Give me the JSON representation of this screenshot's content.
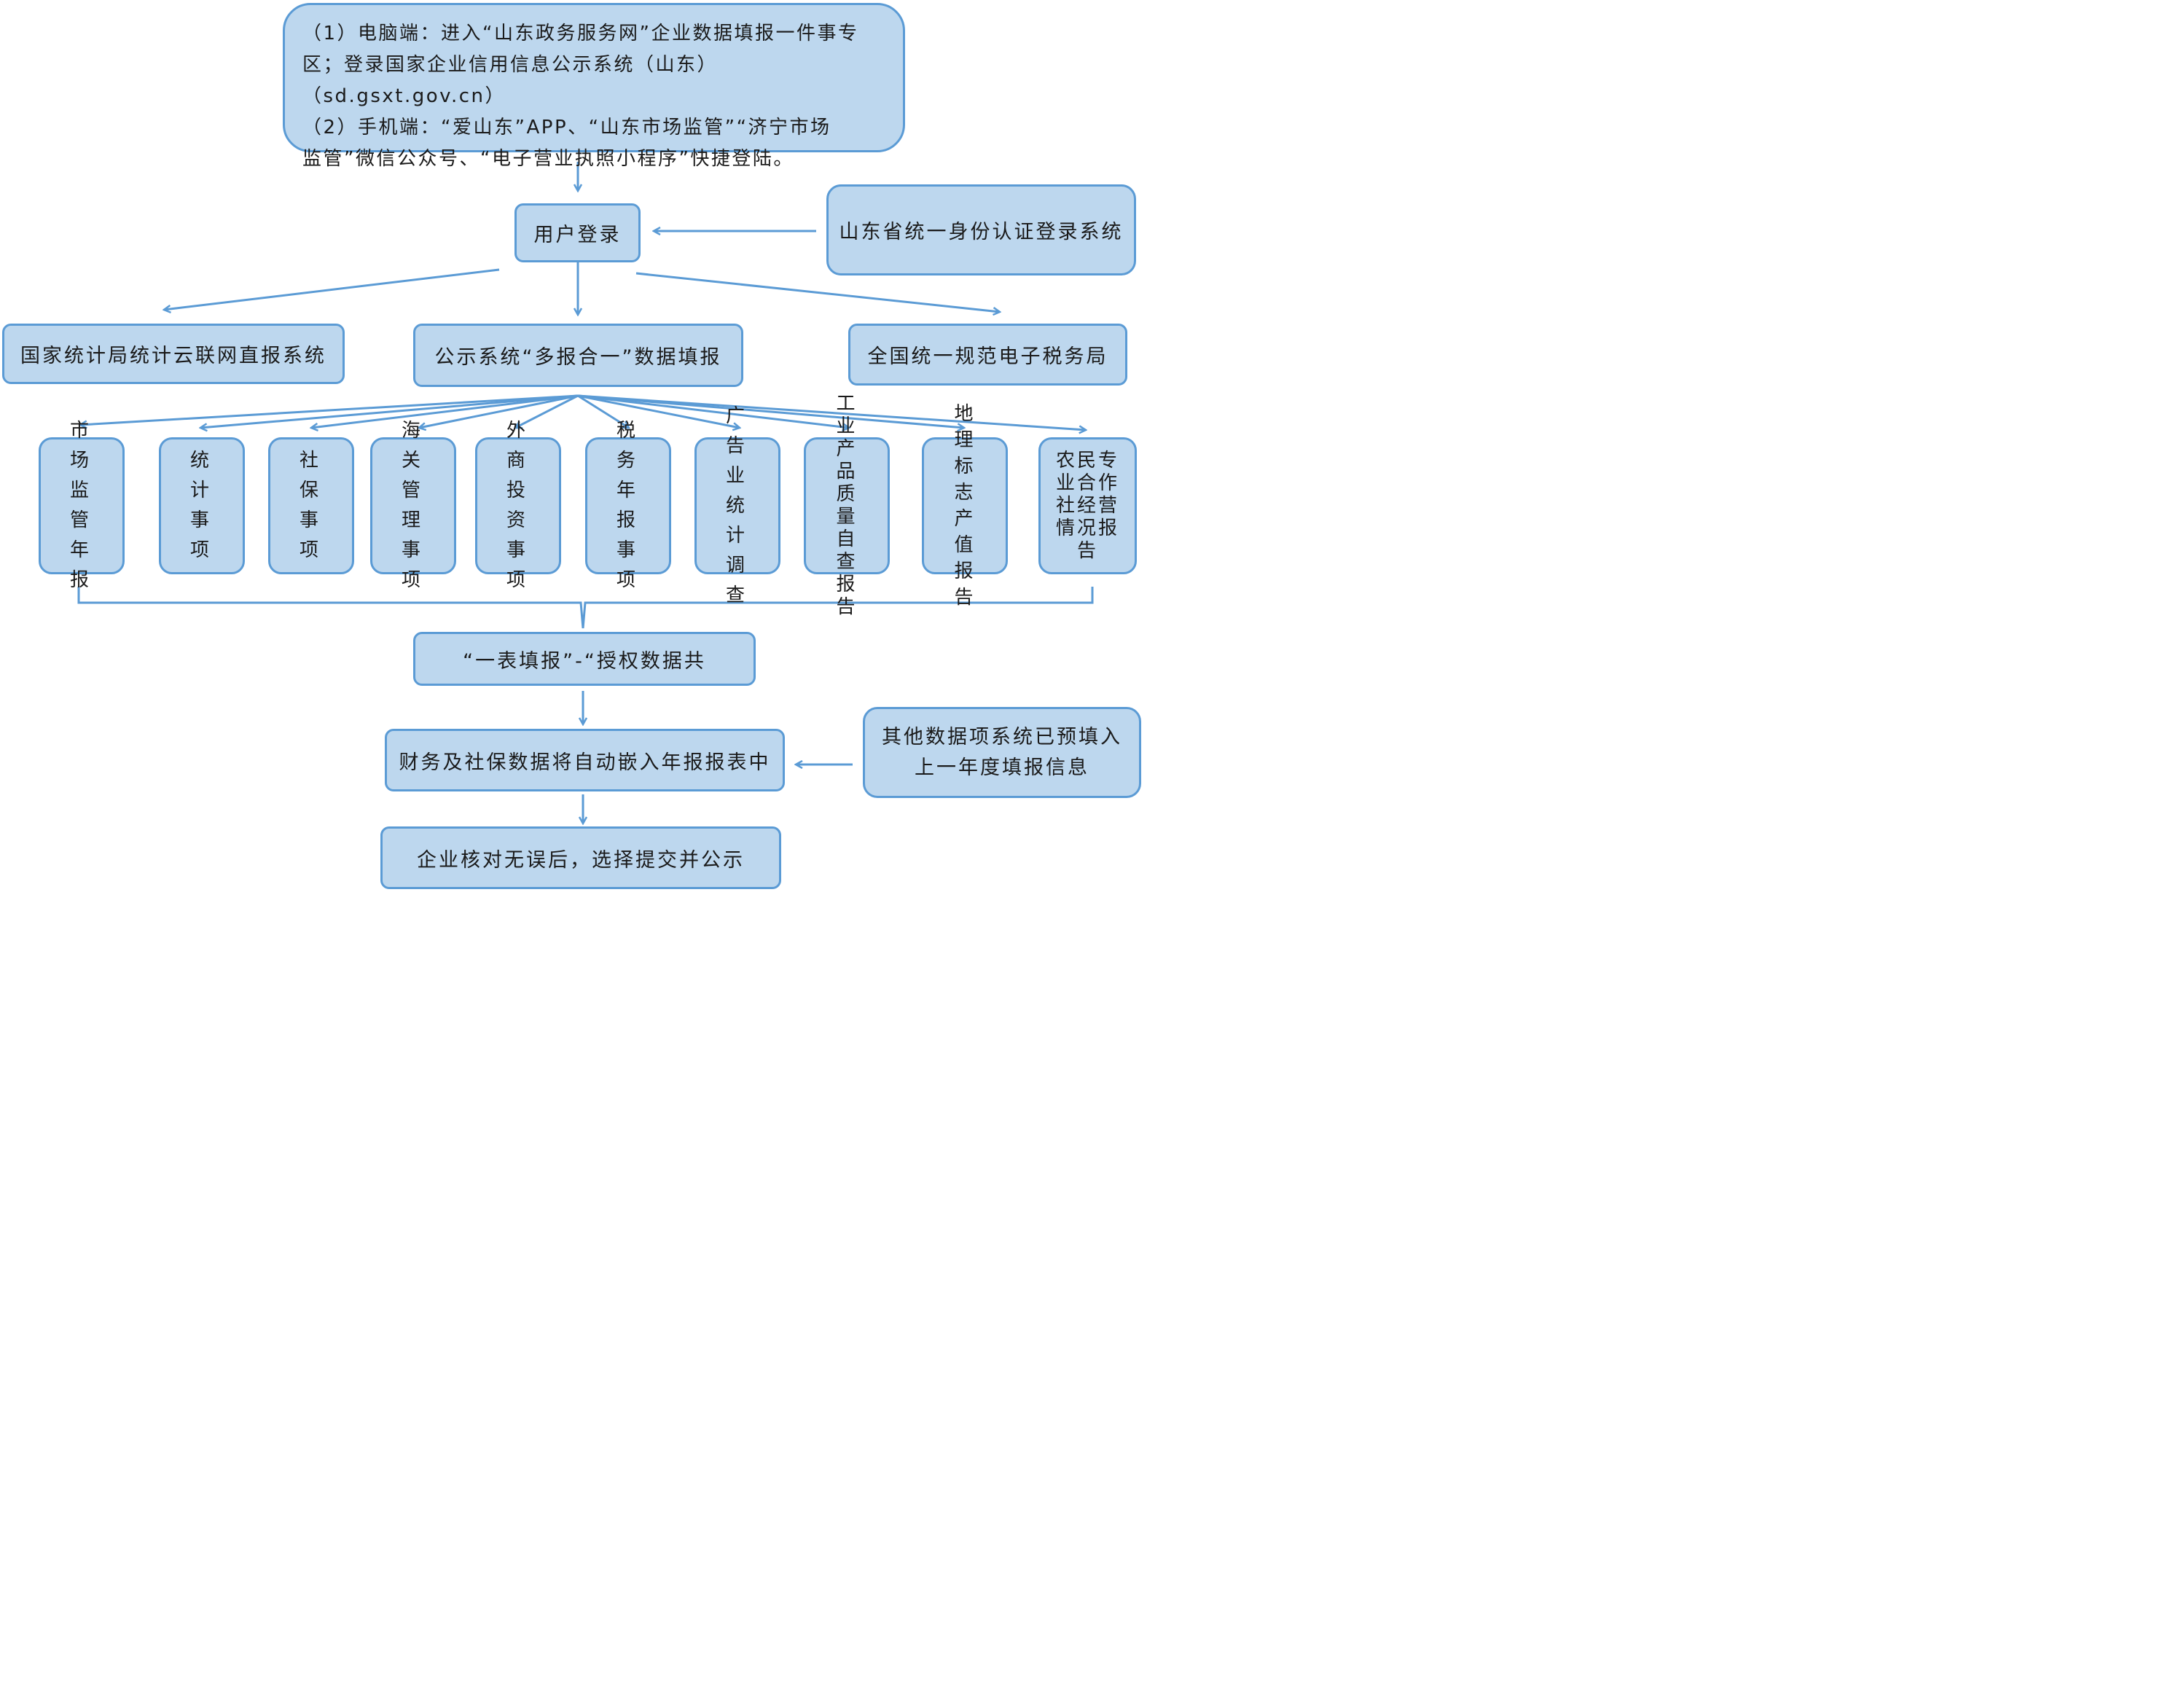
{
  "intro": {
    "lines": [
      "（1）电脑端：进入“山东政务服务网”企业数据填报一件事专",
      "区；登录国家企业信用信息公示系统（山东）（sd.gsxt.gov.cn）",
      "（2）手机端：“爱山东”APP、“山东市场监管”“济宁市场",
      "监管”微信公众号、“电子营业执照小程序”快捷登陆。"
    ]
  },
  "login": {
    "label": "用户登录"
  },
  "identity": {
    "label": "山东省统一身份认证登录系统"
  },
  "systems": {
    "stats_cloud": "国家统计局统计云联网直报系统",
    "publicity": "公示系统“多报合一”数据填报",
    "tax_bureau": "全国统一规范电子税务局"
  },
  "items": [
    {
      "label": "市场监管年报"
    },
    {
      "label": "统计事项"
    },
    {
      "label": "社保事项"
    },
    {
      "label": "海关管理事项"
    },
    {
      "label": "外商投资事项"
    },
    {
      "label": "税务年报事项"
    },
    {
      "label": "广告业统计调查"
    },
    {
      "label": "工业产品质量自查报告"
    },
    {
      "label": "地理标志产值报告"
    },
    {
      "label": "农民专业合作社经营情况报告"
    }
  ],
  "flow": {
    "one_form": "“一表填报”-“授权数据共",
    "auto_embed": "财务及社保数据将自动嵌入年报报表中",
    "prefill": "其他数据项系统已预填入上一年度填报信息",
    "submit": "企业核对无误后，选择提交并公示"
  },
  "colors": {
    "box_fill": "#bdd7ee",
    "box_border": "#5b9bd5",
    "arrow": "#5b9bd5"
  }
}
